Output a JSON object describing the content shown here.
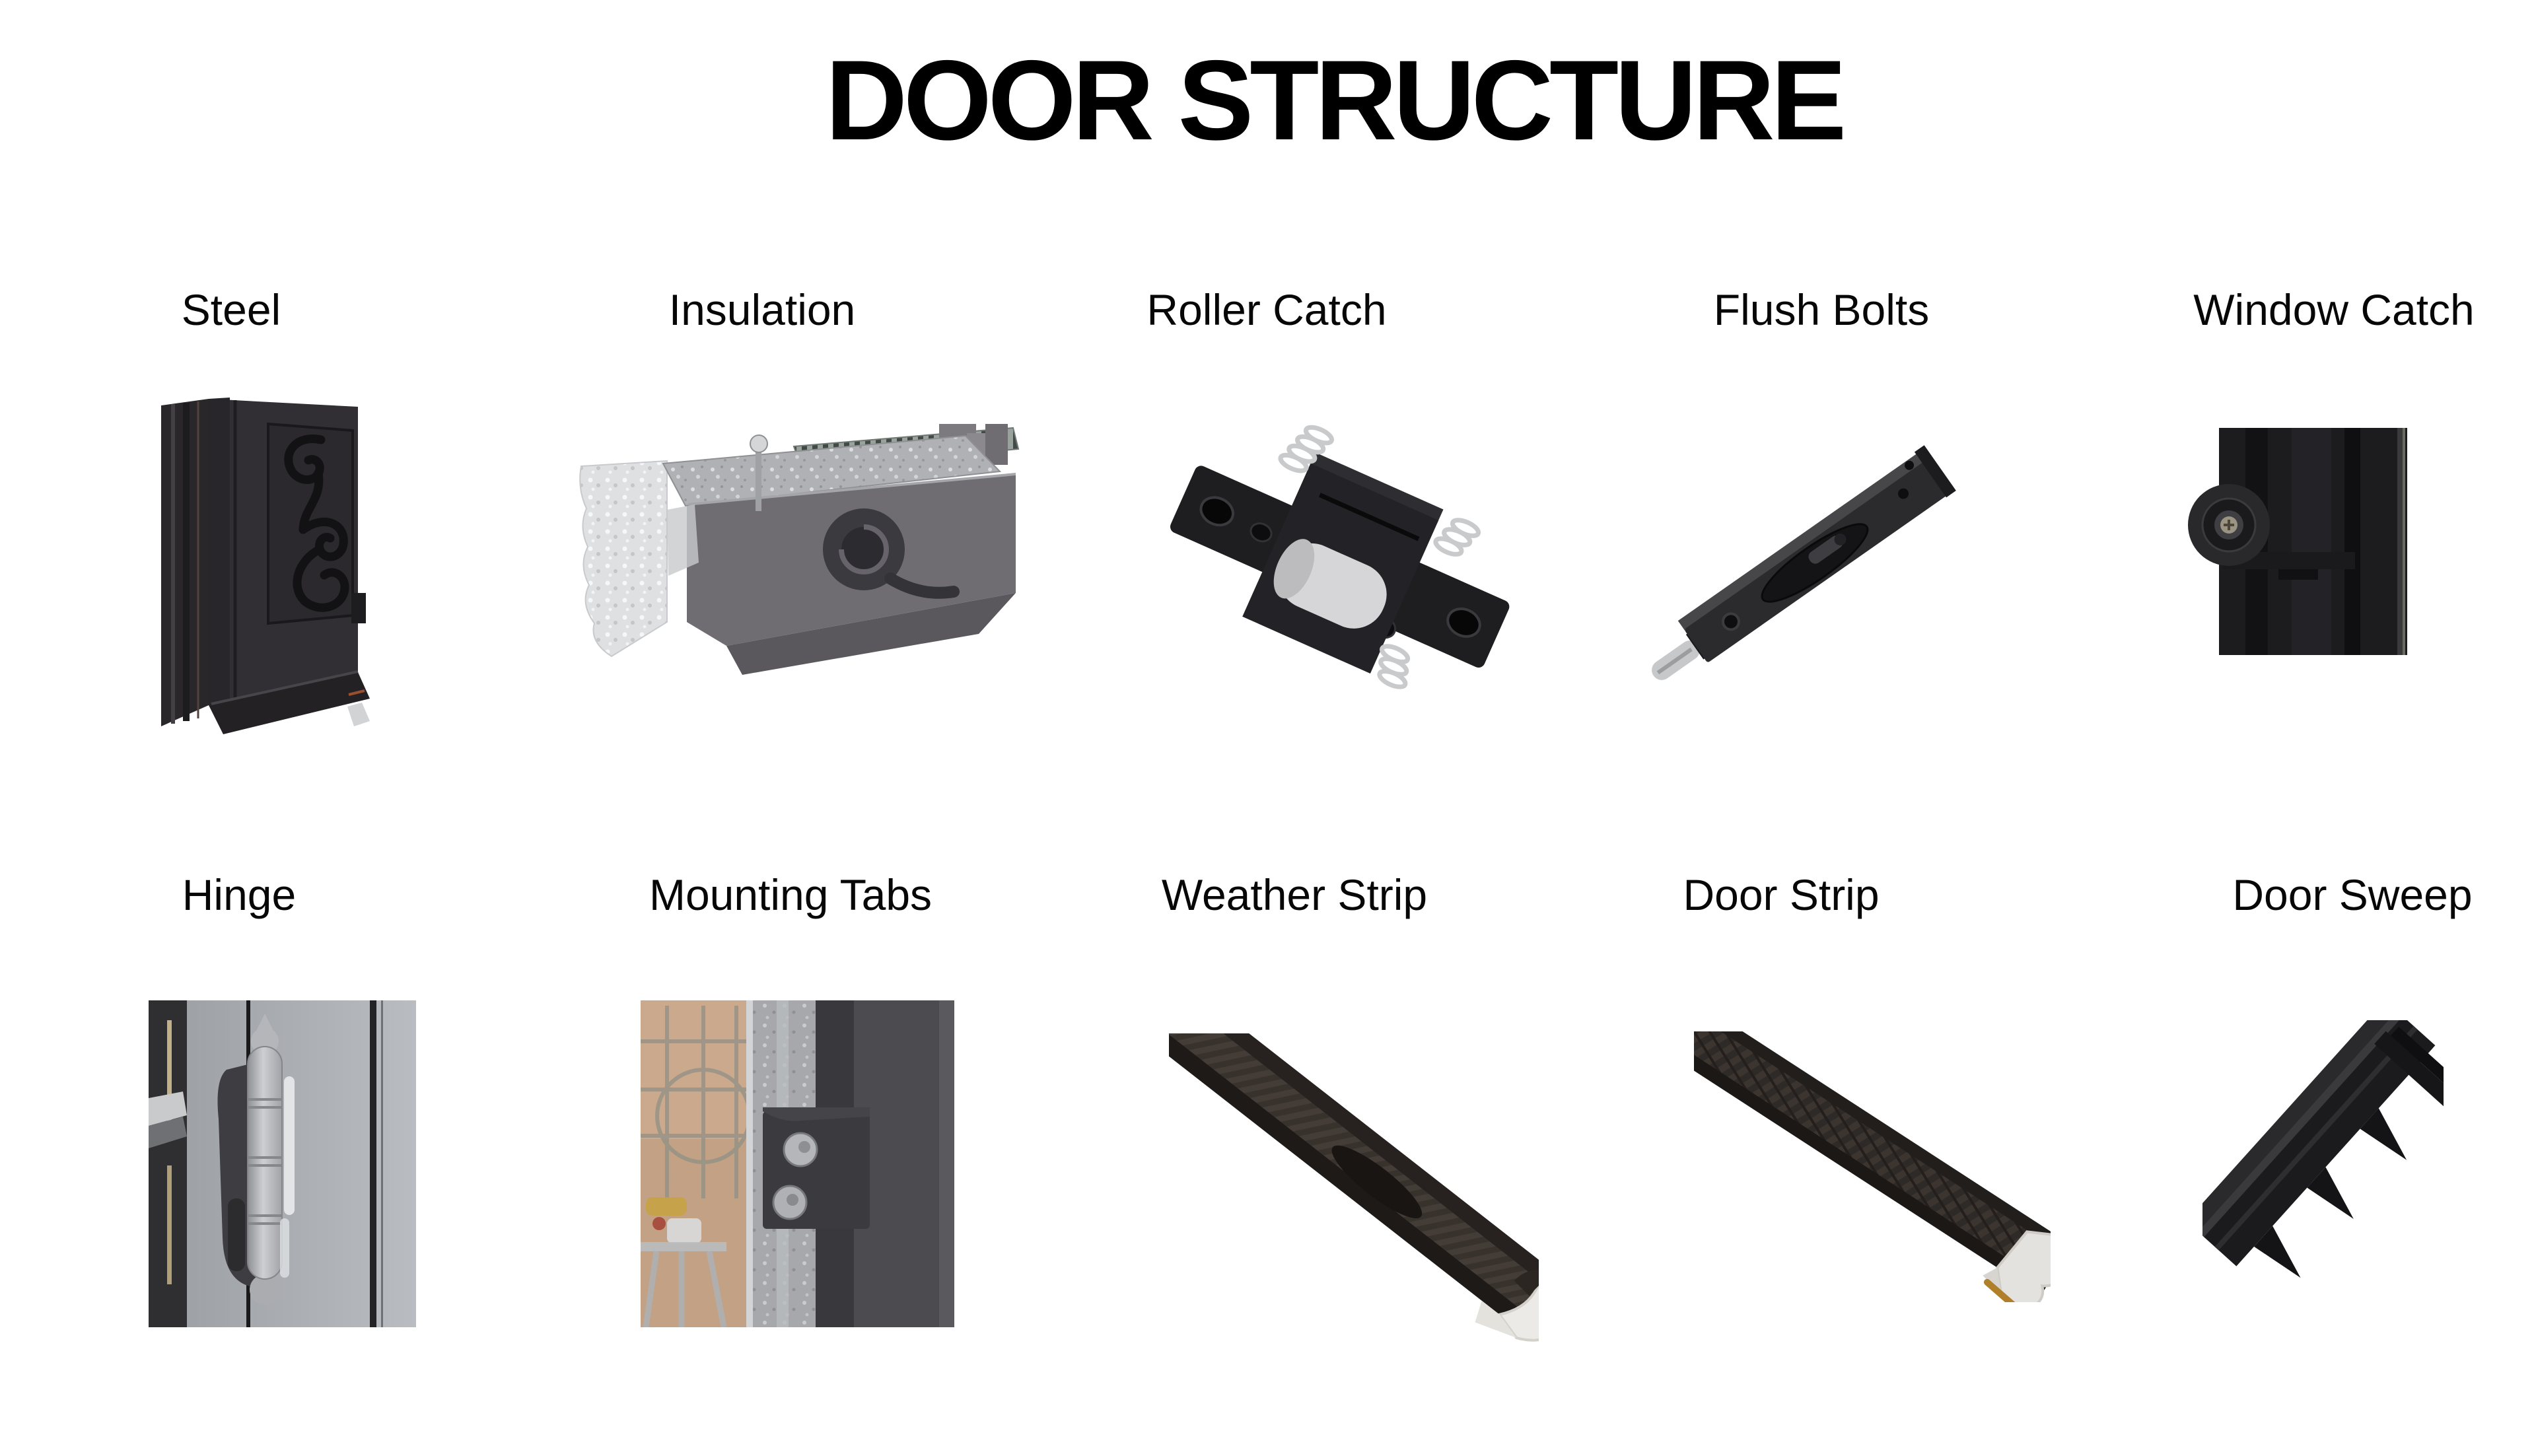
{
  "title": "DOOR STRUCTURE",
  "items": [
    {
      "label": "Steel",
      "image": "steel-door-corner-photo"
    },
    {
      "label": "Insulation",
      "image": "insulation-cutaway-photo"
    },
    {
      "label": "Roller Catch",
      "image": "roller-catch-photo"
    },
    {
      "label": "Flush Bolts",
      "image": "flush-bolt-photo"
    },
    {
      "label": "Window Catch",
      "image": "window-catch-photo"
    },
    {
      "label": "Hinge",
      "image": "barrel-hinge-photo"
    },
    {
      "label": "Mounting Tabs",
      "image": "mounting-tab-photo"
    },
    {
      "label": "Weather Strip",
      "image": "weather-strip-photo"
    },
    {
      "label": "Door Strip",
      "image": "door-strip-photo"
    },
    {
      "label": "Door Sweep",
      "image": "door-sweep-photo"
    }
  ],
  "colors": {
    "background": "#ffffff",
    "text": "#000000",
    "hardware_dark": "#232226",
    "hardware_gray": "#6f6d72",
    "metal_silver": "#c7c8ca",
    "foam_white": "#e8e6e2"
  }
}
